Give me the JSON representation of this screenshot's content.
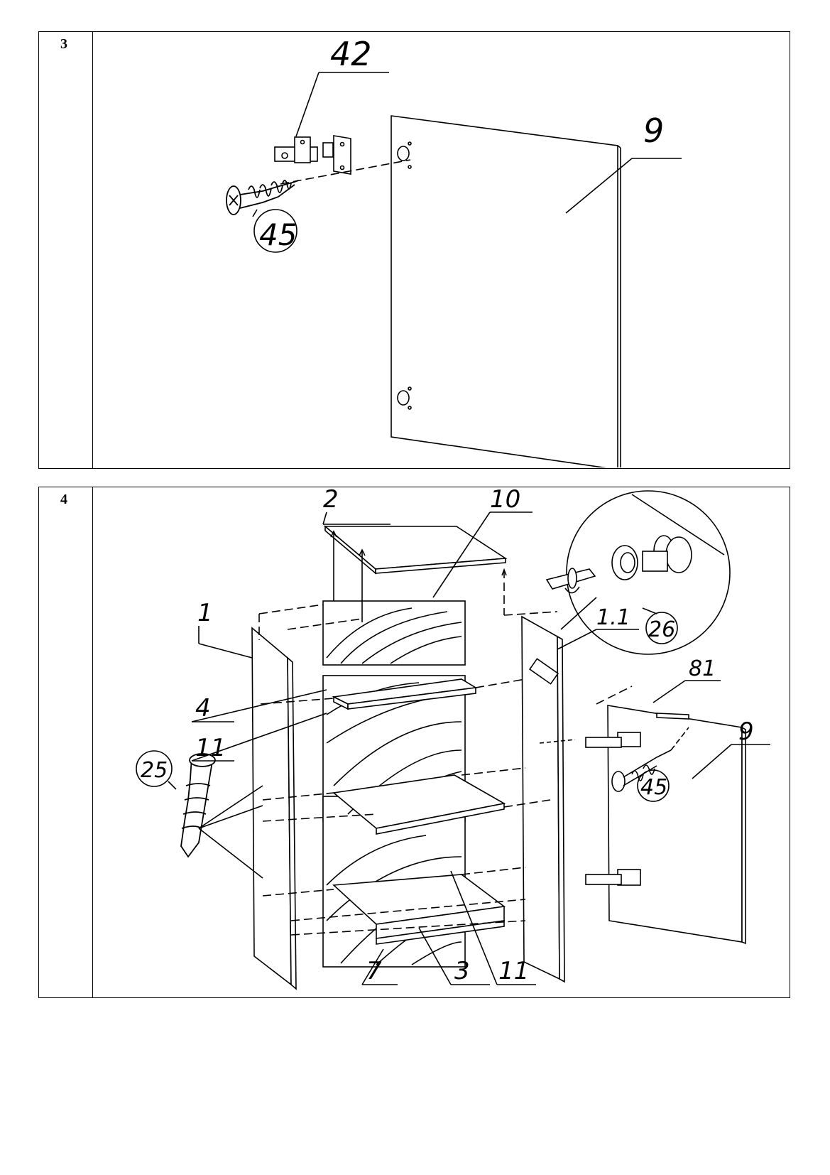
{
  "steps": [
    {
      "number": "3",
      "labels": {
        "hinge": "42",
        "door": "9",
        "screw": "45"
      }
    },
    {
      "number": "4",
      "labels": {
        "top": "2",
        "back": "10",
        "side_left": "1",
        "shelf_upper": "4",
        "back_panel_left": "11",
        "cam_detail": "1.1",
        "cam": "26",
        "handle": "81",
        "screw": "45",
        "door": "9",
        "confirmat": "25",
        "plinth": "7",
        "bottom": "3",
        "back_panel_bottom": "11"
      }
    }
  ]
}
